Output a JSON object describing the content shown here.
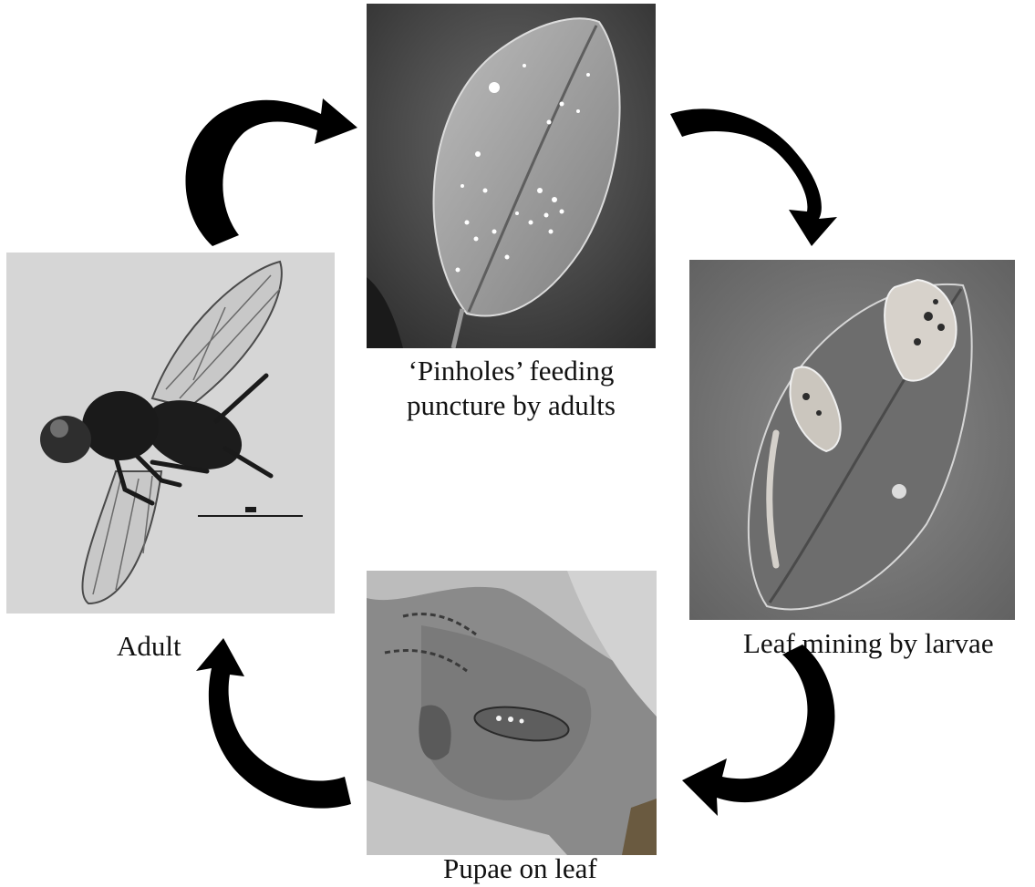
{
  "stages": {
    "feeding": {
      "caption_line1": "‘Pinholes’ feeding",
      "caption_line2": "puncture by adults"
    },
    "larvae": {
      "caption": "Leaf mining by larvae"
    },
    "pupae": {
      "caption": "Pupae on leaf"
    },
    "adult": {
      "caption": "Adult"
    }
  },
  "colors": {
    "arrow": "#000000",
    "background": "#ffffff"
  }
}
